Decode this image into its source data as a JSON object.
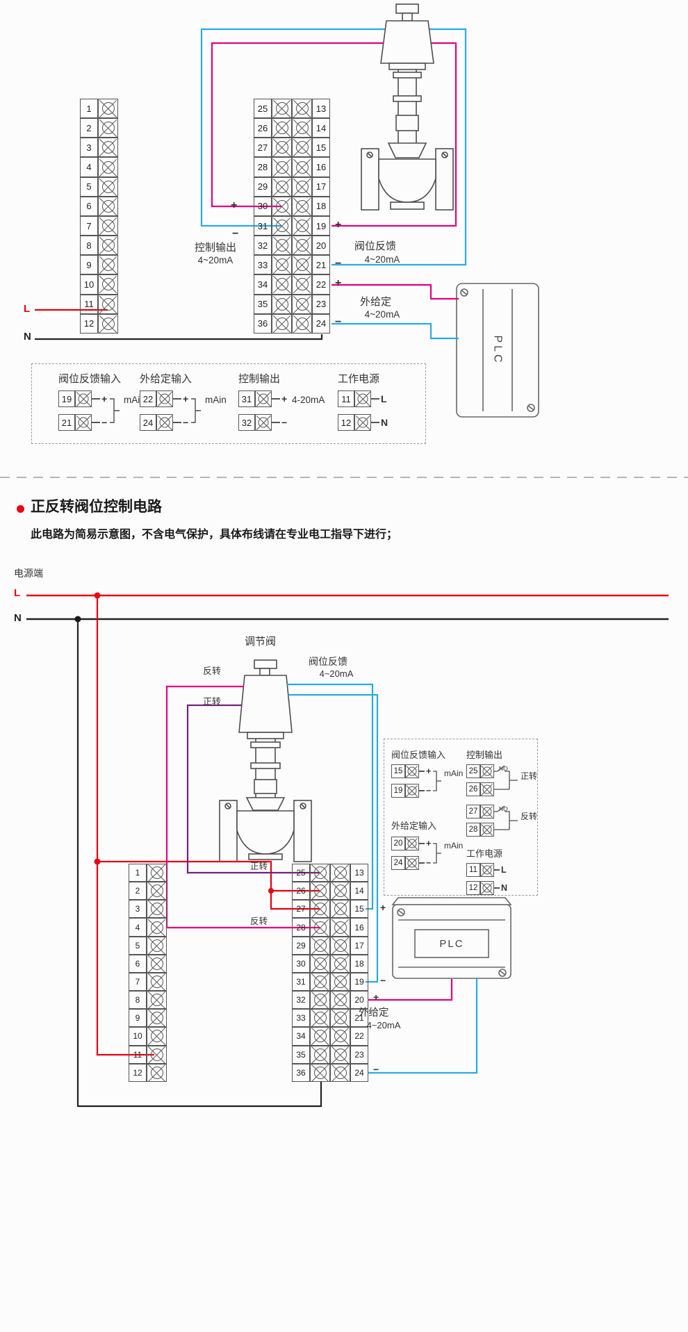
{
  "colors": {
    "accent_red": "#e60012",
    "magenta": "#e4007f",
    "blue": "#29abe2",
    "purple": "#72217b",
    "line_grey": "#4d4d4d"
  },
  "terminals": {
    "col_1_12": [
      "1",
      "2",
      "3",
      "4",
      "5",
      "6",
      "7",
      "8",
      "9",
      "10",
      "11",
      "12"
    ],
    "col_25_36": [
      "25",
      "26",
      "27",
      "28",
      "29",
      "30",
      "31",
      "32",
      "33",
      "34",
      "35",
      "36"
    ],
    "col_13_24": [
      "13",
      "14",
      "15",
      "16",
      "17",
      "18",
      "19",
      "20",
      "21",
      "22",
      "23",
      "24"
    ]
  },
  "top": {
    "control_output": {
      "plus": "+",
      "minus": "−",
      "title": "控制输出",
      "range": "4~20mA"
    },
    "feedback": {
      "plus": "+",
      "minus": "−",
      "title": "阀位反馈",
      "range": "4~20mA"
    },
    "setpoint": {
      "plus": "+",
      "minus": "−",
      "title": "外给定",
      "range": "4~20mA"
    },
    "power_l": "L",
    "power_n": "N",
    "plc_label": "PLC",
    "legend": {
      "feedback_in": {
        "title": "阀位反馈输入",
        "r1_no": "19",
        "r1_sign": "+",
        "r2_no": "21",
        "r2_sign": "−",
        "note": "mAin"
      },
      "setpoint_in": {
        "title": "外给定输入",
        "r1_no": "22",
        "r1_sign": "+",
        "r2_no": "24",
        "r2_sign": "−",
        "note": "mAin"
      },
      "control_out": {
        "title": "控制输出",
        "r1_no": "31",
        "r1_sign": "+",
        "r2_no": "32",
        "r2_sign": "−",
        "note": "4-20mA"
      },
      "power": {
        "title": "工作电源",
        "r1_no": "11",
        "r1_sign": "L",
        "r2_no": "12",
        "r2_sign": "N"
      }
    }
  },
  "section2": {
    "title": "正反转阀位控制电路",
    "subtitle": "此电路为简易示意图，不含电气保护，具体布线请在专业电工指导下进行；",
    "power_end": "电源端",
    "power_l": "L",
    "power_n": "N",
    "valve_label": "调节阀",
    "reverse_label": "反转",
    "forward_label": "正转",
    "feedback": {
      "title": "阀位反馈",
      "range": "4~20mA",
      "plus": "+",
      "minus": "−"
    },
    "forward_at_block": "正转",
    "reverse_at_block": "反转",
    "setpoint": {
      "title": "外给定",
      "range": "4~20mA",
      "plus": "+",
      "minus": "−"
    },
    "plc_label": "PLC",
    "legend": {
      "feedback_in": {
        "title": "阀位反馈输入",
        "r1_no": "15",
        "r1_sign": "+",
        "r2_no": "19",
        "r2_sign": "−",
        "note": "mAin"
      },
      "control_out": {
        "title": "控制输出",
        "pair1": {
          "a": "25",
          "b": "26",
          "contact": "NO",
          "label": "正转"
        },
        "pair2": {
          "a": "27",
          "b": "28",
          "contact": "NO",
          "label": "反转"
        }
      },
      "setpoint_in": {
        "title": "外给定输入",
        "r1_no": "20",
        "r1_sign": "+",
        "r2_no": "24",
        "r2_sign": "−",
        "note": "mAin"
      },
      "power": {
        "title": "工作电源",
        "r1_no": "11",
        "r1_sign": "L",
        "r2_no": "12",
        "r2_sign": "N"
      }
    }
  }
}
